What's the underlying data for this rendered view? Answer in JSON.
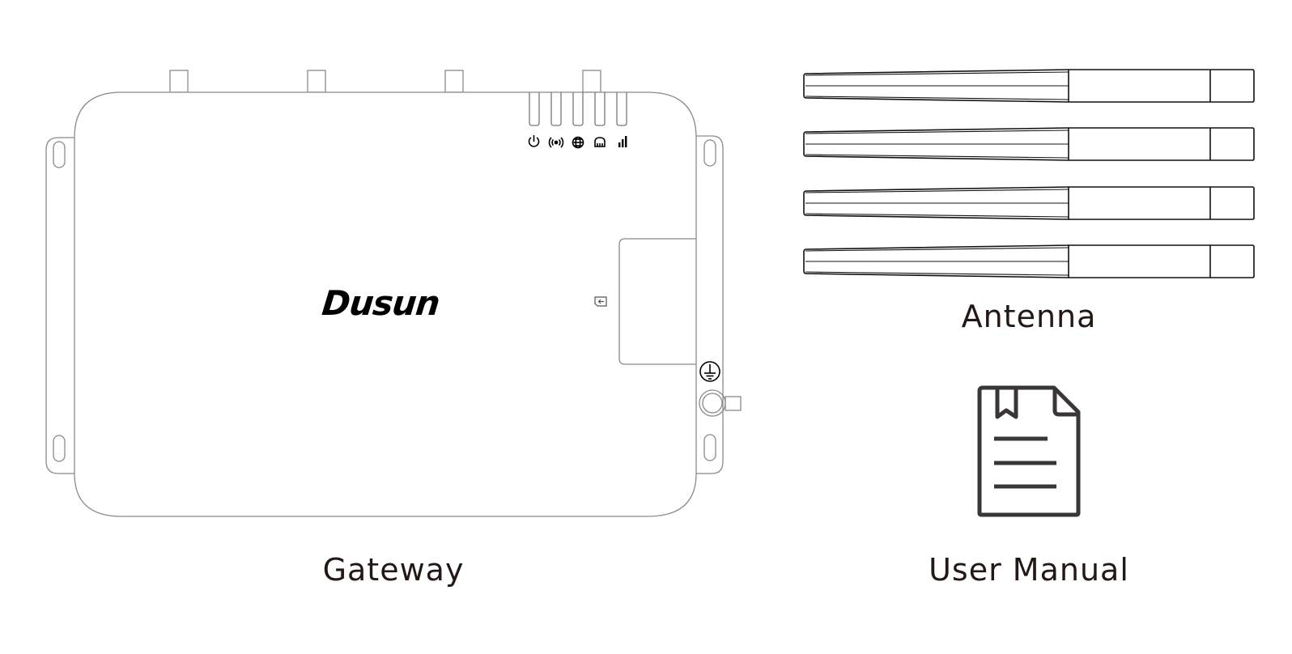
{
  "items": [
    {
      "id": "gateway",
      "label": "Gateway"
    },
    {
      "id": "antenna",
      "label": "Antenna",
      "quantity": 4
    },
    {
      "id": "user-manual",
      "label": "User Manual"
    }
  ],
  "gateway": {
    "brand": "Dusun",
    "indicators": [
      "power-icon",
      "wireless-icon",
      "globe-icon",
      "ethernet-icon",
      "signal-icon"
    ]
  },
  "colors": {
    "outline": "#808080",
    "ink": "#231815",
    "icon": "#3a3635"
  }
}
